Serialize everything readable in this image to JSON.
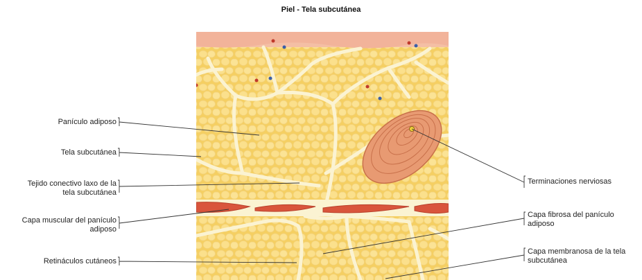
{
  "title": "Piel - Tela subcutánea",
  "labels": {
    "paniculo_adiposo": "Panículo adiposo",
    "tela_subcutanea": "Tela subcutánea",
    "tejido_conectivo_l1": "Tejido conectivo laxo de la",
    "tejido_conectivo_l2": "tela subcutánea",
    "capa_muscular_l1": "Capa muscular del panículo",
    "capa_muscular_l2": "adiposo",
    "retinaculos": "Retináculos cutáneos",
    "terminaciones": "Terminaciones nerviosas",
    "capa_fibrosa_l1": "Capa fibrosa del panículo",
    "capa_fibrosa_l2": "adiposo",
    "capa_membranosa_l1": "Capa membranosa de la tela",
    "capa_membranosa_l2": "subcutánea"
  },
  "colors": {
    "fat": "#f8d774",
    "fat_cell": "#fbe08c",
    "septa": "#fbf3d2",
    "muscle": "#d9553c",
    "skin": "#f2b39a",
    "pacinian": "#e89a72",
    "artery": "#c0392b",
    "vein": "#3b5fa8"
  }
}
